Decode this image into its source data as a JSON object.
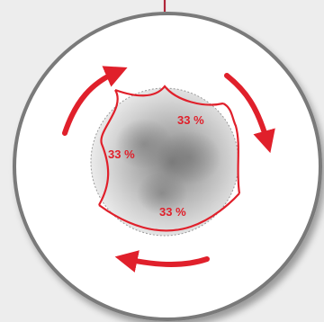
{
  "diagram": {
    "segments": [
      {
        "label": "33 %",
        "share_percent": 33
      },
      {
        "label": "33 %",
        "share_percent": 33
      },
      {
        "label": "33 %",
        "share_percent": 33
      }
    ],
    "rotation_direction": "clockwise",
    "colors": {
      "accent_red": "#e0202b",
      "ring_outline": "#7a7a7a",
      "ring_fill": "#ffffff",
      "background": "#ededed",
      "core_light": "#ebebeb",
      "core_dark": "#7f7f7f"
    },
    "icons": {
      "rotation_arrows": "curved-arrow-icon"
    }
  }
}
